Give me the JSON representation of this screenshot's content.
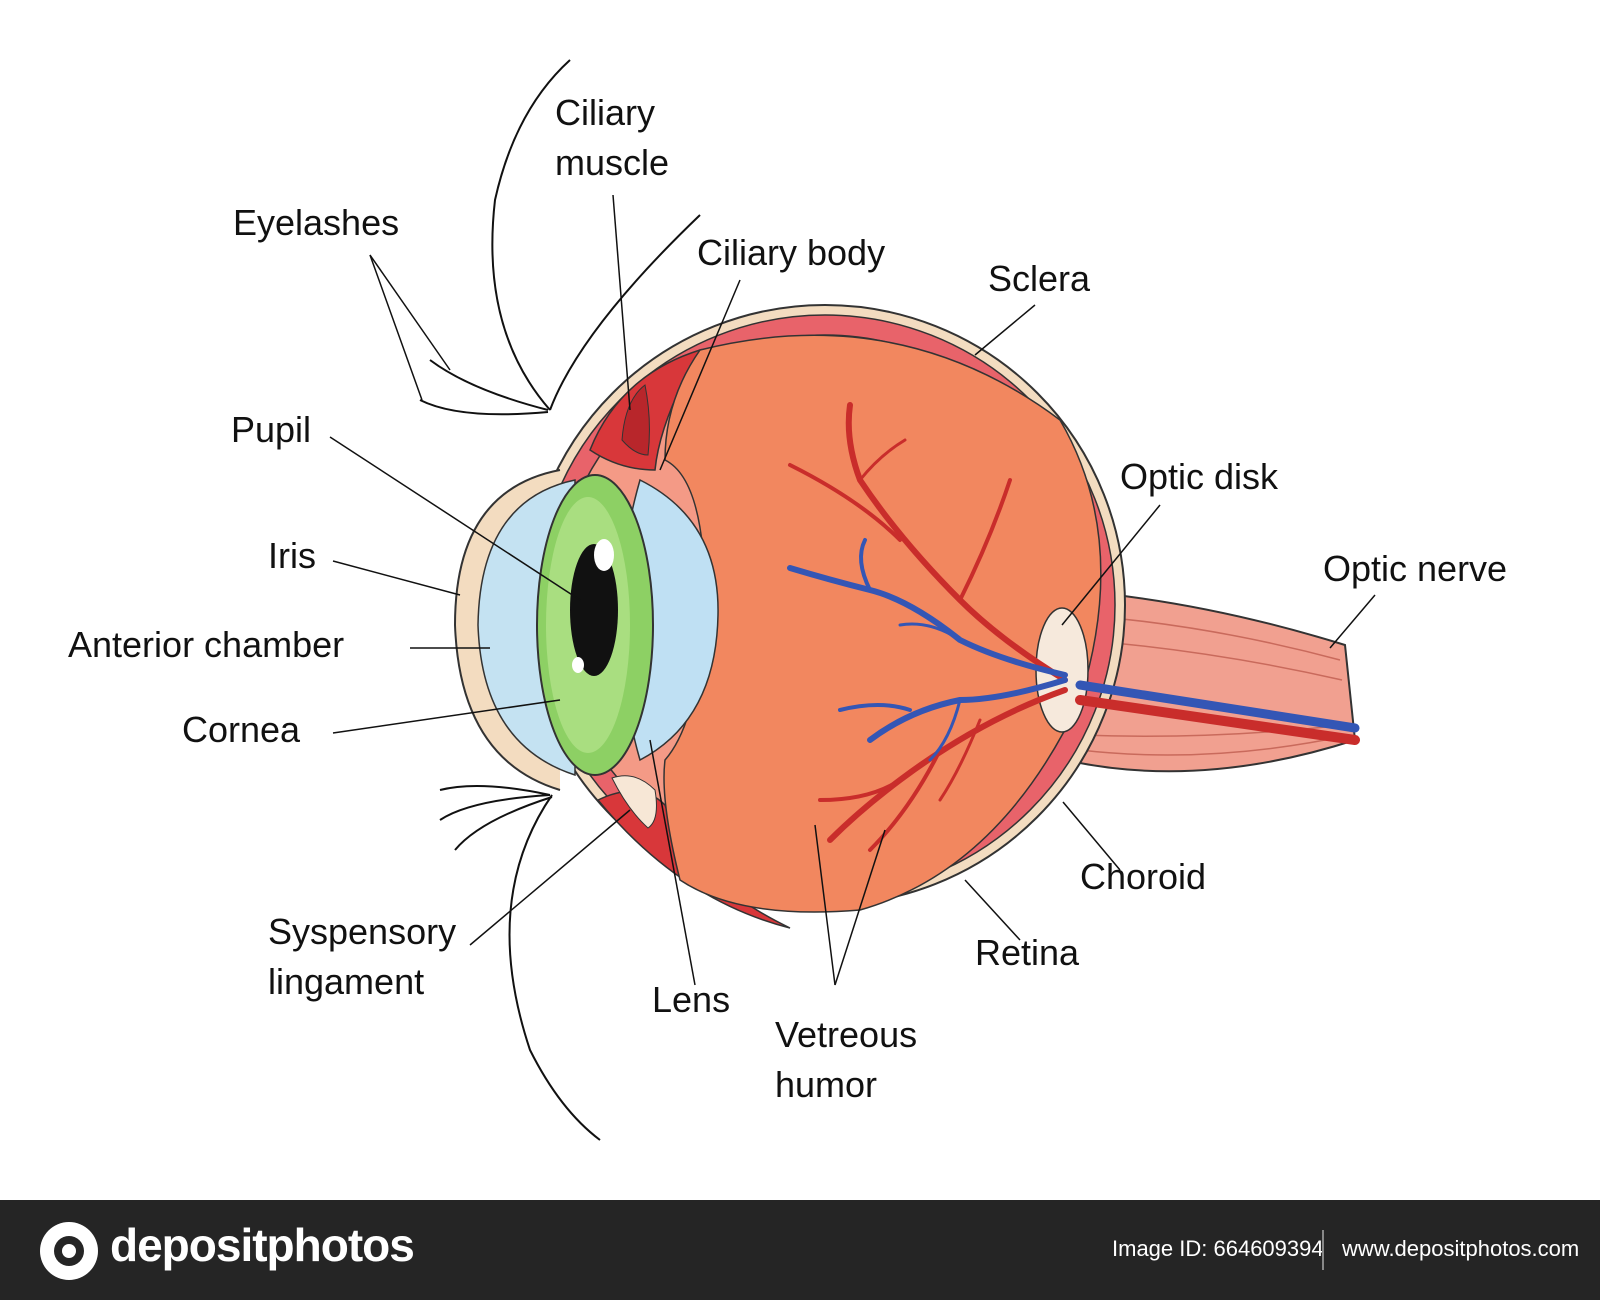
{
  "labels": {
    "ciliary_muscle": [
      "Ciliary",
      "muscle"
    ],
    "eyelashes": "Eyelashes",
    "ciliary_body": "Ciliary body",
    "sclera": "Sclera",
    "pupil": "Pupil",
    "optic_disk": "Optic disk",
    "iris": "Iris",
    "optic_nerve": "Optic nerve",
    "anterior_chamber": "Anterior chamber",
    "cornea": "Cornea",
    "choroid": "Choroid",
    "suspensory_ligament": [
      "Syspensory",
      "lingament"
    ],
    "retina": "Retina",
    "lens": "Lens",
    "vitreous_humor": [
      "Vetreous",
      "humor"
    ]
  },
  "footer": {
    "logo_text": "depositphotos",
    "image_id": "Image ID: 664609394",
    "site_url": "www.depositphotos.com"
  },
  "colors": {
    "sclera": "#f3dcc0",
    "choroid": "#e8636a",
    "retina": "#f49a86",
    "vitreous": "#f2875f",
    "iris": "#8dd064",
    "cornea": "#c4e2f2",
    "artery": "#c92d2b",
    "vein": "#3456b5",
    "optic_nerve": "#f1a090",
    "footer_bg": "#252525"
  }
}
